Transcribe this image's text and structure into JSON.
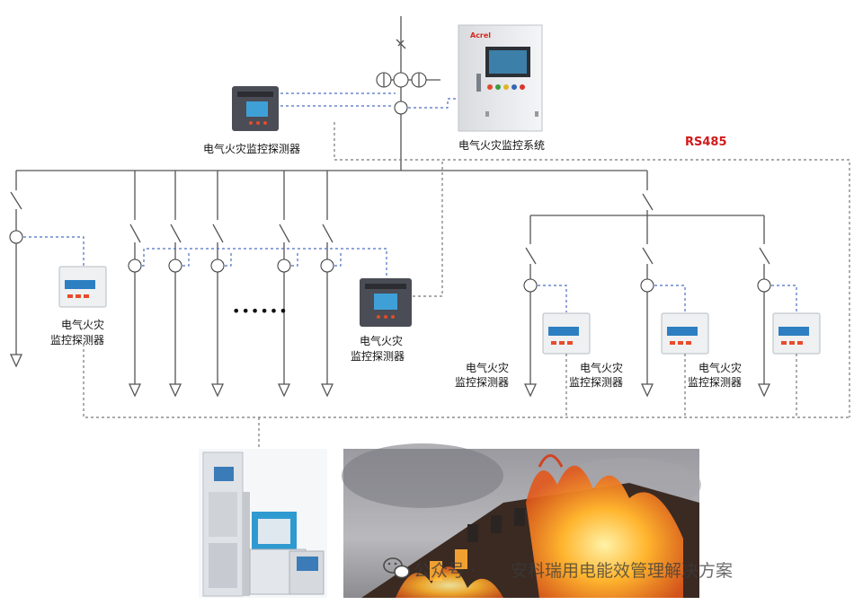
{
  "labels": {
    "system": "电气火灾监控系统",
    "detector": "电气火灾监控探测器",
    "detector_line1": "电气火灾",
    "detector_line2": "监控探测器",
    "rs485": "RS485",
    "brand": "Acrel",
    "ellipsis": "••••••"
  },
  "watermark": {
    "prefix": "公众号 ·",
    "name": "安科瑞用电能效管理解决方案"
  },
  "colors": {
    "rs485": "#d11a1a",
    "comm_line": "#4a6fbf",
    "trunk_line": "#777777",
    "fire": "#f08a1c"
  }
}
